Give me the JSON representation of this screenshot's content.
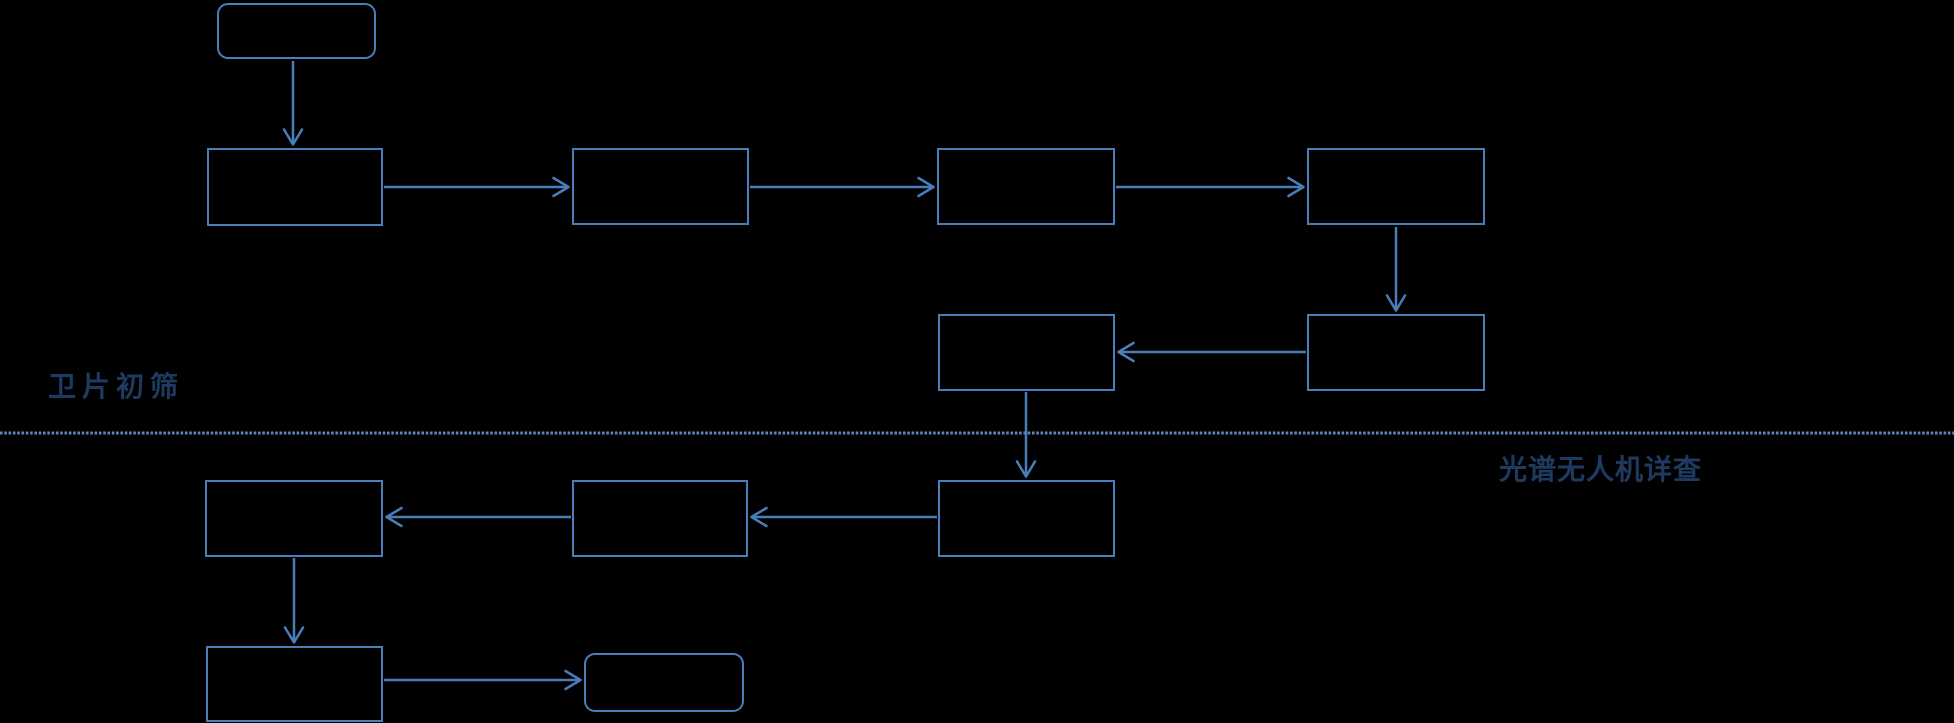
{
  "diagram": {
    "type": "flowchart",
    "background_color": "#000000",
    "shape_outline_color": "#4A7EBB",
    "divider_color": "#5C87C2",
    "section_label_color": "#1F3A60",
    "divider_style": "dotted-horizontal-full-width",
    "sections": [
      {
        "id": "satellite-screening",
        "label": "卫片初筛",
        "position": "above-divider-left"
      },
      {
        "id": "drone-survey",
        "label": "光谱无人机详查",
        "position": "below-divider-right"
      }
    ],
    "nodes": [
      {
        "id": "start",
        "shape": "rounded-rectangle",
        "section": "satellite-screening",
        "label": ""
      },
      {
        "id": "p1",
        "shape": "rectangle",
        "section": "satellite-screening",
        "label": ""
      },
      {
        "id": "p2",
        "shape": "rectangle",
        "section": "satellite-screening",
        "label": ""
      },
      {
        "id": "p3",
        "shape": "rectangle",
        "section": "satellite-screening",
        "label": ""
      },
      {
        "id": "p4",
        "shape": "rectangle",
        "section": "satellite-screening",
        "label": ""
      },
      {
        "id": "p5",
        "shape": "rectangle",
        "section": "satellite-screening",
        "label": ""
      },
      {
        "id": "p6",
        "shape": "rectangle",
        "section": "satellite-screening",
        "label": ""
      },
      {
        "id": "p7",
        "shape": "rectangle",
        "section": "drone-survey",
        "label": ""
      },
      {
        "id": "p8",
        "shape": "rectangle",
        "section": "drone-survey",
        "label": ""
      },
      {
        "id": "p9",
        "shape": "rectangle",
        "section": "drone-survey",
        "label": ""
      },
      {
        "id": "p10",
        "shape": "rectangle",
        "section": "drone-survey",
        "label": ""
      },
      {
        "id": "end",
        "shape": "rounded-rectangle",
        "section": "drone-survey",
        "label": ""
      }
    ],
    "edges": [
      {
        "from": "start",
        "to": "p1",
        "direction": "down"
      },
      {
        "from": "p1",
        "to": "p2",
        "direction": "right"
      },
      {
        "from": "p2",
        "to": "p3",
        "direction": "right"
      },
      {
        "from": "p3",
        "to": "p4",
        "direction": "right"
      },
      {
        "from": "p4",
        "to": "p5",
        "direction": "down"
      },
      {
        "from": "p5",
        "to": "p6",
        "direction": "left"
      },
      {
        "from": "p6",
        "to": "p7",
        "direction": "down-across-divider"
      },
      {
        "from": "p7",
        "to": "p8",
        "direction": "left"
      },
      {
        "from": "p8",
        "to": "p9",
        "direction": "left"
      },
      {
        "from": "p9",
        "to": "p10",
        "direction": "down"
      },
      {
        "from": "p10",
        "to": "end",
        "direction": "right"
      }
    ]
  }
}
